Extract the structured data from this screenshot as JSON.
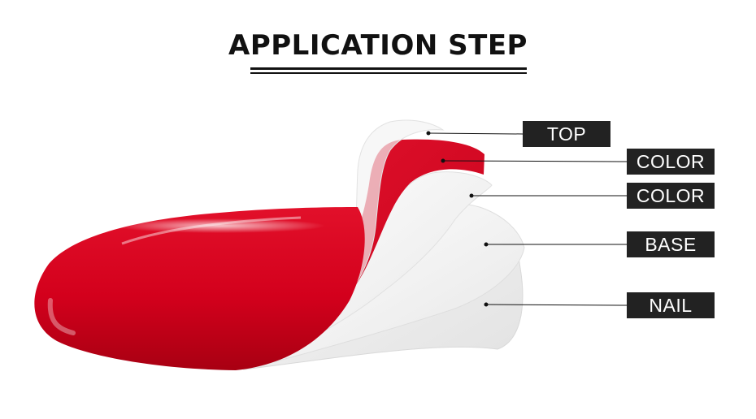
{
  "title": "APPLICATION STEP",
  "layers": [
    {
      "label": "TOP"
    },
    {
      "label": "COLOR"
    },
    {
      "label": "COLOR"
    },
    {
      "label": "BASE"
    },
    {
      "label": "NAIL"
    }
  ],
  "colors": {
    "polish_red": "#d8001e",
    "label_bg": "#222222",
    "label_text": "#ffffff",
    "title_text": "#111111"
  }
}
